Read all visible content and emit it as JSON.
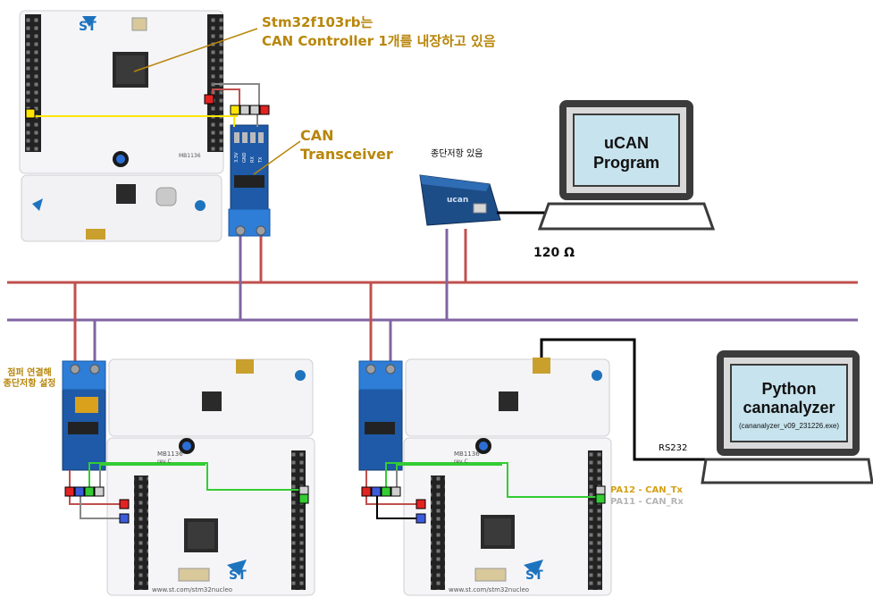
{
  "labels": {
    "stm_line1": "Stm32f103rb는",
    "stm_line2": "CAN Controller 1개를 내장하고 있음",
    "can_line1": "CAN",
    "can_line2": "Transceiver",
    "termination": "종단저항 있음",
    "resistor": "120 Ω",
    "rs232": "RS232",
    "jumper_note": "점퍼 연결해 종단저항 설정",
    "pa12": "PA12 - CAN_Tx",
    "pa11": "PA11 - CAN_Rx"
  },
  "laptop_ucan": {
    "line1": "uCAN",
    "line2": "Program"
  },
  "laptop_python": {
    "line1": "Python",
    "line2": "cananalyzer",
    "file": "(cananalyzer_v09_231226.exe)"
  },
  "usb_device": {
    "brand": "ucan"
  },
  "boards": {
    "logo": "ST",
    "model": "MB1136",
    "rev": "rev C",
    "url": "www.st.com/stm32nucleo"
  },
  "transceiver_pins": [
    "3.3V",
    "GND",
    "RX",
    "TX"
  ],
  "colors": {
    "canh_line": "#c0504d",
    "canl_line": "#8064a2",
    "label_gold": "#b8860b",
    "tx_wire": "#ffe600",
    "green_wire": "#33cc33",
    "pa12": "#d4a017",
    "pa11": "#b5b5b5"
  }
}
